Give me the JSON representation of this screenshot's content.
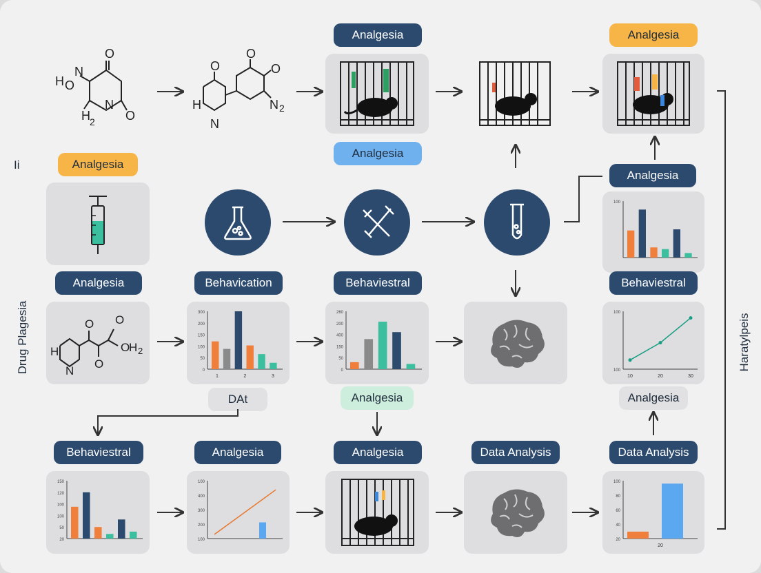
{
  "side_labels": {
    "left_top": "Ii",
    "left_vertical": "Drug Plagesia",
    "right_vertical": "Haratylpeis"
  },
  "labels": {
    "r0c2": "Analgesia",
    "r0c4": "Analgesia",
    "r0c2_below": "Analgesia",
    "r1c0": "Analgesia",
    "r1c4": "Analgesia",
    "r2c0": "Analgesia",
    "r2c1": "Behavication",
    "r2c2": "Behaviestral",
    "r2c4": "Behaviestral",
    "r2c1_below": "DAt",
    "r2c2_below": "Analgesia",
    "r2c4_below": "Analgesia",
    "r3c0": "Behaviestral",
    "r3c1": "Analgesia",
    "r3c2": "Analgesia",
    "r3c3": "Data Analysis",
    "r3c4": "Data Analysis"
  },
  "molecules": {
    "m1": [
      "H",
      "O",
      "N",
      "O",
      "N",
      "O",
      "H",
      "2"
    ],
    "m2": [
      "O",
      "O",
      "H",
      "N",
      "N",
      "2"
    ],
    "m3": [
      "O",
      "O",
      "H",
      "N",
      "O",
      "O",
      "H",
      "2"
    ]
  },
  "colors": {
    "navy": "#2c4a6e",
    "orange": "#f6b546",
    "blue": "#6fb0ef",
    "mint": "#cdeedd",
    "bar_orange": "#f07f3c",
    "bar_gray": "#8a8a8a",
    "bar_navy": "#2c4a6e",
    "bar_teal": "#3bbf9f",
    "bar_blue": "#5ba8f0",
    "line_teal": "#179d83",
    "line_orange": "#e8772e"
  },
  "chart_data": [
    {
      "id": "chart-r2c1",
      "type": "bar",
      "y_ticks": [
        "300",
        "200",
        "150",
        "100",
        "50",
        "0"
      ],
      "x_ticks": [
        "1",
        "2",
        "3"
      ],
      "values": [
        48,
        35,
        100,
        41,
        26,
        11
      ],
      "bar_colors": [
        "bar_orange",
        "bar_gray",
        "bar_navy",
        "bar_orange",
        "bar_teal",
        "bar_teal"
      ]
    },
    {
      "id": "chart-r2c2",
      "type": "bar",
      "y_ticks": [
        "260",
        "200",
        "400",
        "150",
        "50",
        "0"
      ],
      "values": [
        12,
        52,
        82,
        64,
        9
      ],
      "bar_colors": [
        "bar_orange",
        "bar_gray",
        "bar_teal",
        "bar_navy",
        "bar_teal"
      ]
    },
    {
      "id": "chart-r1c4",
      "type": "bar",
      "y_ticks": [
        "100",
        "",
        "",
        "",
        "",
        "",
        "",
        ""
      ],
      "values": [
        48,
        85,
        18,
        15,
        50,
        8
      ],
      "bar_colors": [
        "bar_orange",
        "bar_navy",
        "bar_orange",
        "bar_teal",
        "bar_navy",
        "bar_teal"
      ]
    },
    {
      "id": "chart-r2c4",
      "type": "line",
      "y_ticks": [
        "100",
        "100"
      ],
      "x_ticks": [
        "10",
        "20",
        "30"
      ],
      "points": [
        [
          10,
          10
        ],
        [
          20,
          45
        ],
        [
          30,
          95
        ]
      ],
      "line_color": "line_teal"
    },
    {
      "id": "chart-r3c0",
      "type": "bar",
      "y_ticks": [
        "150",
        "120",
        "100",
        "100",
        "50",
        "20"
      ],
      "values": [
        55,
        80,
        20,
        8,
        33,
        12
      ],
      "bar_colors": [
        "bar_orange",
        "bar_navy",
        "bar_orange",
        "bar_teal",
        "bar_navy",
        "bar_teal"
      ]
    },
    {
      "id": "chart-r3c1",
      "type": "line",
      "y_ticks": [
        "100",
        "400",
        "300",
        "200",
        "100"
      ],
      "points": [
        [
          0,
          0
        ],
        [
          100,
          90
        ]
      ],
      "extra_bar": 28,
      "line_color": "line_orange"
    },
    {
      "id": "chart-r3c4",
      "type": "bar",
      "y_ticks": [
        "100",
        "80",
        "60",
        "40",
        "20"
      ],
      "x_ticks": [
        "",
        "20",
        ""
      ],
      "values": [
        12,
        95
      ],
      "bar_colors": [
        "bar_orange",
        "bar_blue"
      ]
    }
  ]
}
